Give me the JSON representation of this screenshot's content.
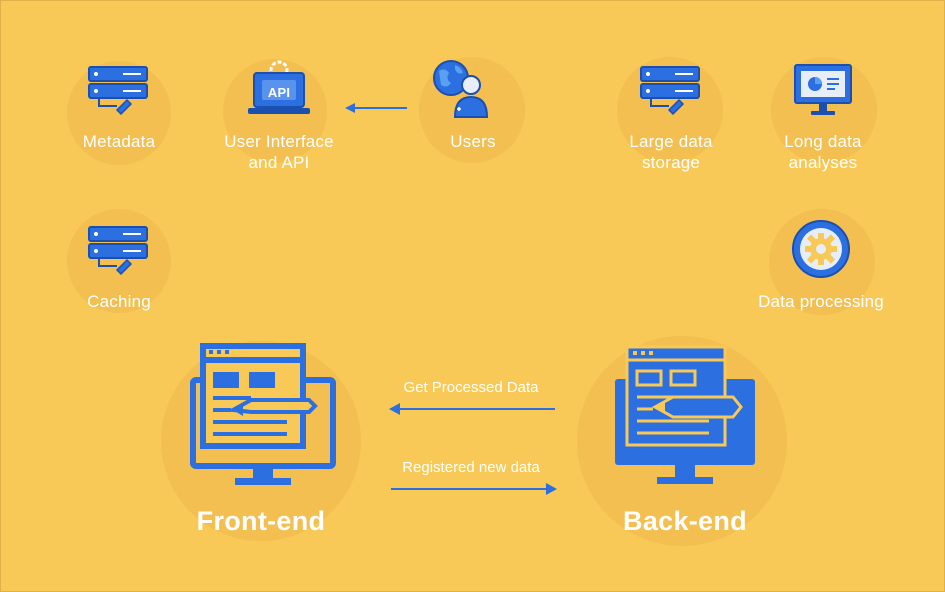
{
  "colors": {
    "background": "#F8C957",
    "icon_blue": "#2C6FE0",
    "icon_dark": "#1B4FB0",
    "text": "#FFFFFF"
  },
  "nodes": {
    "metadata": {
      "label": "Metadata",
      "icon": "server-icon"
    },
    "ui_api": {
      "label": "User Interface\nand API",
      "icon": "laptop-api-icon",
      "badge": "API"
    },
    "users": {
      "label": "Users",
      "icon": "user-globe-icon"
    },
    "large_storage": {
      "label": "Large data\nstorage",
      "icon": "server-icon"
    },
    "long_analyses": {
      "label": "Long data\nanalyses",
      "icon": "monitor-chart-icon"
    },
    "caching": {
      "label": "Caching",
      "icon": "server-icon"
    },
    "data_processing": {
      "label": "Data processing",
      "icon": "gear-icon"
    },
    "frontend": {
      "label": "Front-end",
      "icon": "web-editor-icon"
    },
    "backend": {
      "label": "Back-end",
      "icon": "web-editor-icon"
    }
  },
  "edges": {
    "users_to_ui": {
      "label": ""
    },
    "backend_to_frontend": {
      "label": "Get Processed Data"
    },
    "frontend_to_backend": {
      "label": "Registered new data"
    }
  }
}
